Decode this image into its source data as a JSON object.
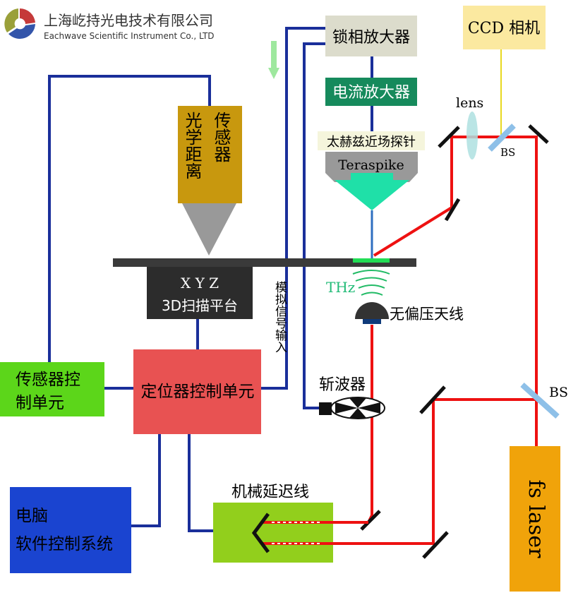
{
  "logo": {
    "company_cn": "上海屹持光电技术有限公司",
    "company_en": "Eachwave Scientific Instrument Co., LTD"
  },
  "components": {
    "lockin_amp": "锁相放大器",
    "current_amp": "电流放大器",
    "probe_label": "太赫兹近场探针",
    "probe_model": "Teraspike",
    "ccd": "CCD 相机",
    "lens": "lens",
    "bs_top": "BS",
    "bs_bottom": "BS",
    "sensor_col1": "光学距离",
    "sensor_col2": "传感器",
    "stage_line1": "X Y Z",
    "stage_line2": "3D扫描平台",
    "analog_input": "模拟信号输入",
    "thz": "THz",
    "antenna": "无偏压天线",
    "chopper": "斩波器",
    "sensor_ctrl_line1": "传感器控",
    "sensor_ctrl_line2": "制单元",
    "positioner_ctrl": "定位器控制单元",
    "pc_line1": "电脑",
    "pc_line2": "软件控制系统",
    "delay_line": "机械延迟线",
    "laser": "fs laser"
  },
  "colors": {
    "wire": "#1a2f9a",
    "beam": "#ee1111",
    "lockin": "#dcdccc",
    "current_amp": "#168a5c",
    "probe_tip": "#1fe0a8",
    "ccd": "#fbe9a0",
    "sensor": "#c8980e",
    "sensor_ctrl": "#5cd61a",
    "positioner": "#e85252",
    "pc": "#1a44d0",
    "delay": "#92cf1c",
    "laser": "#f0a30a"
  }
}
